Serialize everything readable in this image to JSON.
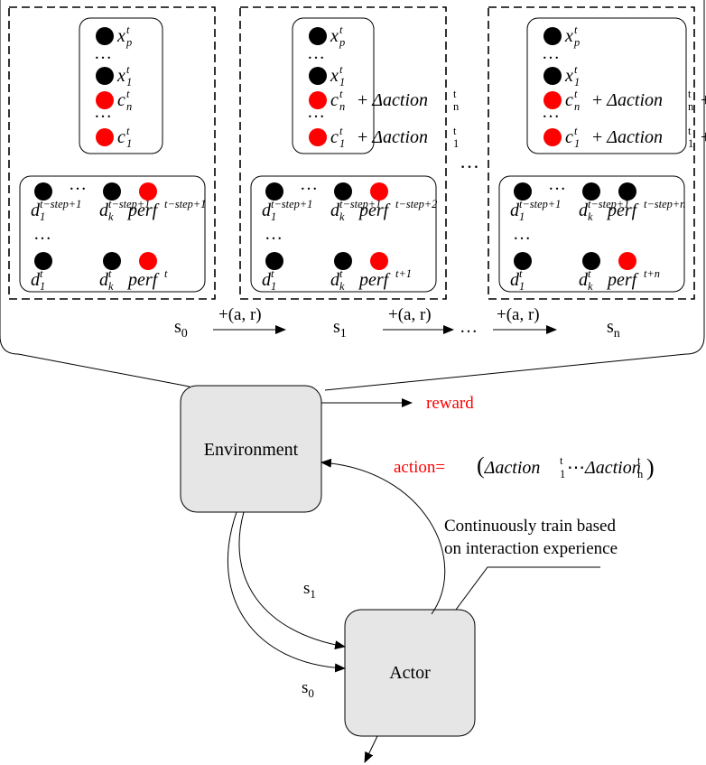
{
  "states": [
    {
      "label_base": "s",
      "label_sub": "0",
      "top": [
        {
          "color": "black",
          "base": "x",
          "sub": "p",
          "sup": "t",
          "suffix": ""
        },
        {
          "dots": true
        },
        {
          "color": "black",
          "base": "x",
          "sub": "1",
          "sup": "t",
          "suffix": ""
        },
        {
          "color": "red",
          "base": "c",
          "sub": "n",
          "sup": "t",
          "suffix": ""
        },
        {
          "dots": true
        },
        {
          "color": "red",
          "base": "c",
          "sub": "1",
          "sup": "t",
          "suffix": ""
        }
      ],
      "bottom_row1": [
        {
          "color": "black",
          "base": "d",
          "sub": "1",
          "sup": "t−step+1"
        },
        {
          "color": "black",
          "base": "d",
          "sub": "k",
          "sup": "t−step+1"
        },
        {
          "color": "red",
          "base": "perf",
          "sub": "",
          "sup": "t−step+1"
        }
      ],
      "bottom_row2": [
        {
          "color": "black",
          "base": "d",
          "sub": "1",
          "sup": "t"
        },
        {
          "color": "black",
          "base": "d",
          "sub": "k",
          "sup": "t"
        },
        {
          "color": "red",
          "base": "perf",
          "sub": "",
          "sup": "t"
        }
      ]
    },
    {
      "label_base": "s",
      "label_sub": "1",
      "top": [
        {
          "color": "black",
          "base": "x",
          "sub": "p",
          "sup": "t",
          "suffix": ""
        },
        {
          "dots": true
        },
        {
          "color": "black",
          "base": "x",
          "sub": "1",
          "sup": "t",
          "suffix": ""
        },
        {
          "color": "red",
          "base": "c",
          "sub": "n",
          "sup": "t",
          "suffix": "+ Δaction",
          "suffix_sub": "n",
          "suffix_sup": "t"
        },
        {
          "dots": true
        },
        {
          "color": "red",
          "base": "c",
          "sub": "1",
          "sup": "t",
          "suffix": "+ Δaction",
          "suffix_sub": "1",
          "suffix_sup": "t"
        }
      ],
      "bottom_row1": [
        {
          "color": "black",
          "base": "d",
          "sub": "1",
          "sup": "t−step+1"
        },
        {
          "color": "black",
          "base": "d",
          "sub": "k",
          "sup": "t−step+1"
        },
        {
          "color": "red",
          "base": "perf",
          "sub": "",
          "sup": "t−step+2"
        }
      ],
      "bottom_row2": [
        {
          "color": "black",
          "base": "d",
          "sub": "1",
          "sup": "t"
        },
        {
          "color": "black",
          "base": "d",
          "sub": "k",
          "sup": "t"
        },
        {
          "color": "red",
          "base": "perf",
          "sub": "",
          "sup": "t+1"
        }
      ]
    },
    {
      "label_base": "s",
      "label_sub": "n",
      "top": [
        {
          "color": "black",
          "base": "x",
          "sub": "p",
          "sup": "t",
          "suffix": ""
        },
        {
          "dots": true
        },
        {
          "color": "black",
          "base": "x",
          "sub": "1",
          "sup": "t",
          "suffix": ""
        },
        {
          "color": "red",
          "base": "c",
          "sub": "n",
          "sup": "t",
          "suffix": "+ Δaction",
          "suffix_sub": "n",
          "suffix_sup": "t",
          "tail": "+ ⋯"
        },
        {
          "dots": true
        },
        {
          "color": "red",
          "base": "c",
          "sub": "1",
          "sup": "t",
          "suffix": "+ Δaction",
          "suffix_sub": "1",
          "suffix_sup": "t",
          "tail": "+ ⋯"
        }
      ],
      "bottom_row1": [
        {
          "color": "black",
          "base": "d",
          "sub": "1",
          "sup": "t−step+1"
        },
        {
          "color": "black",
          "base": "d",
          "sub": "k",
          "sup": "t−step+1"
        },
        {
          "color": "black",
          "base": "perf",
          "sub": "",
          "sup": "t−step+n"
        }
      ],
      "bottom_row2": [
        {
          "color": "black",
          "base": "d",
          "sub": "1",
          "sup": "t"
        },
        {
          "color": "black",
          "base": "d",
          "sub": "k",
          "sup": "t"
        },
        {
          "color": "red",
          "base": "perf",
          "sub": "",
          "sup": "t+n"
        }
      ]
    }
  ],
  "transition_label": "+(a, r)",
  "ellipsis": "…",
  "ellipsis_vertical": "⋯",
  "environment_label": "Environment",
  "actor_label": "Actor",
  "reward_label": "reward",
  "action_label": "action=",
  "action_vector": {
    "open": "(",
    "term": "Δaction",
    "first_sub": "1",
    "last_sub": "n",
    "sup": "t",
    "middle": "⋯",
    "close": ")"
  },
  "loop_state_top": {
    "base": "s",
    "sub": "1"
  },
  "loop_state_bottom": {
    "base": "s",
    "sub": "0"
  },
  "annotation_line1": "Continuously train based",
  "annotation_line2": "on interaction experience",
  "colors": {
    "red": "#ff0000",
    "black": "#000000",
    "box_fill": "#e6e6e6"
  }
}
